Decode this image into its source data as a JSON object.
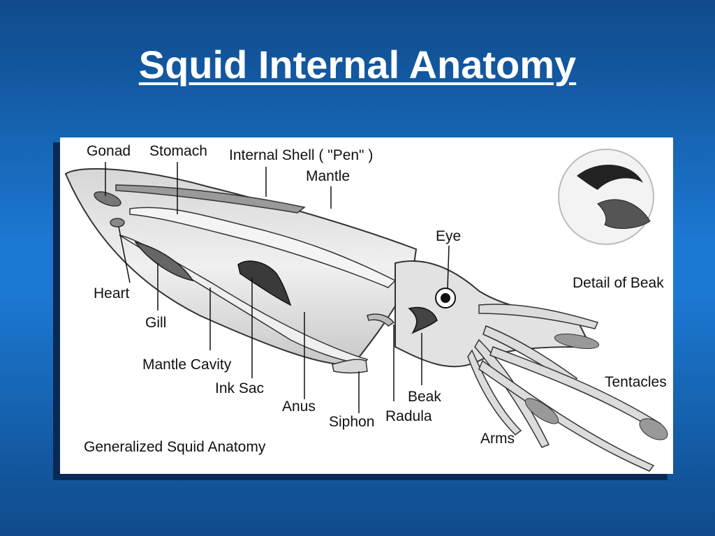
{
  "title": "Squid Internal Anatomy",
  "diagram": {
    "caption": "Generalized Squid Anatomy",
    "labels": {
      "gonad": "Gonad",
      "stomach": "Stomach",
      "internal_shell": "Internal Shell ( \"Pen\" )",
      "mantle": "Mantle",
      "eye": "Eye",
      "detail_of_beak": "Detail of Beak",
      "heart": "Heart",
      "gill": "Gill",
      "mantle_cavity": "Mantle Cavity",
      "ink_sac": "Ink Sac",
      "anus": "Anus",
      "siphon": "Siphon",
      "radula": "Radula",
      "beak": "Beak",
      "arms": "Arms",
      "tentacles": "Tentacles"
    }
  },
  "colors": {
    "background": "#1c78d2",
    "title": "#ffffff",
    "panel": "#ffffff",
    "ink": "#111111"
  }
}
